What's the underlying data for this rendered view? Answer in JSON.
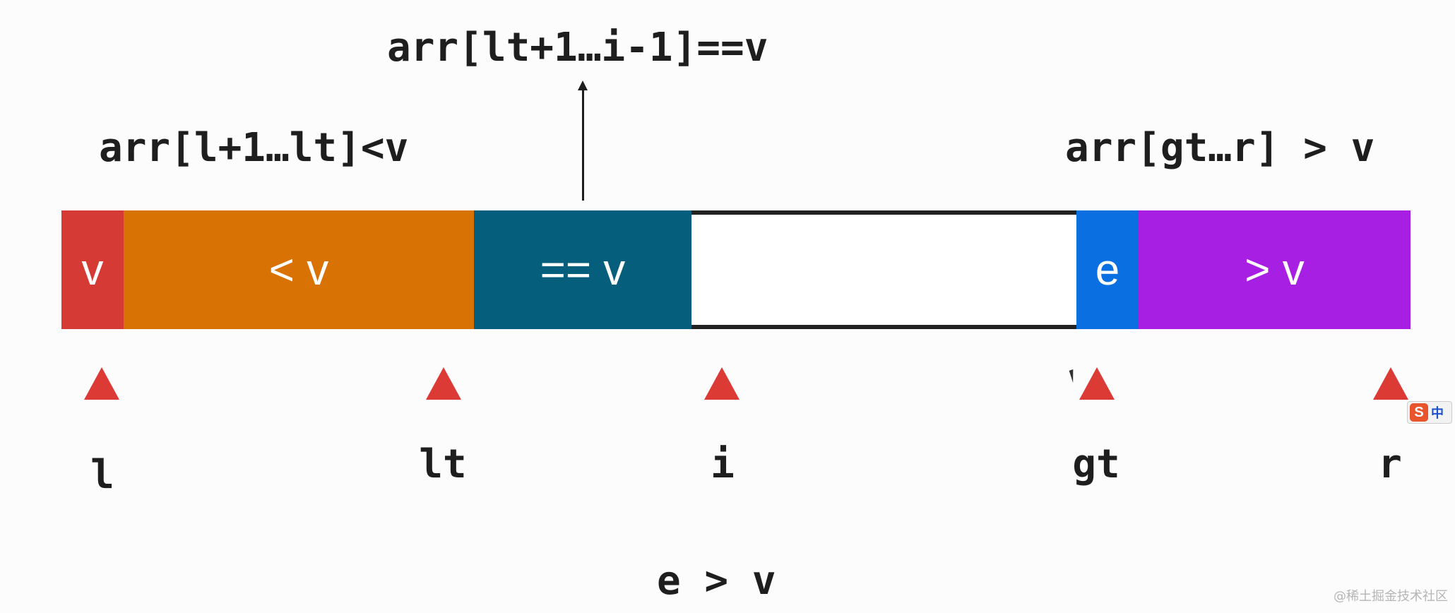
{
  "annotations": {
    "equal_range": "arr[lt+1…i-1]==v",
    "less_range": "arr[l+1…lt]<v",
    "greater_range": "arr[gt…r] > v",
    "condition": "e > v"
  },
  "segments": [
    {
      "label": "v",
      "color": "#d63a35"
    },
    {
      "label": "< v",
      "color": "#d97204"
    },
    {
      "label": "== v",
      "color": "#055f7c"
    },
    {
      "label": "",
      "color": "#ffffff"
    },
    {
      "label": "e",
      "color": "#0a6fe0"
    },
    {
      "label": "> v",
      "color": "#a71fe3"
    }
  ],
  "pointers": [
    {
      "label": "l",
      "color": "#dc3a34"
    },
    {
      "label": "lt",
      "color": "#dc3a34"
    },
    {
      "label": "i",
      "color": "#dc3a34"
    },
    {
      "label": "gt",
      "color": "#dc3a34"
    },
    {
      "label": "r",
      "color": "#dc3a34"
    }
  ],
  "ime_indicator": {
    "logo": "S",
    "mode": "中"
  },
  "watermark": "@稀土掘金技术社区"
}
